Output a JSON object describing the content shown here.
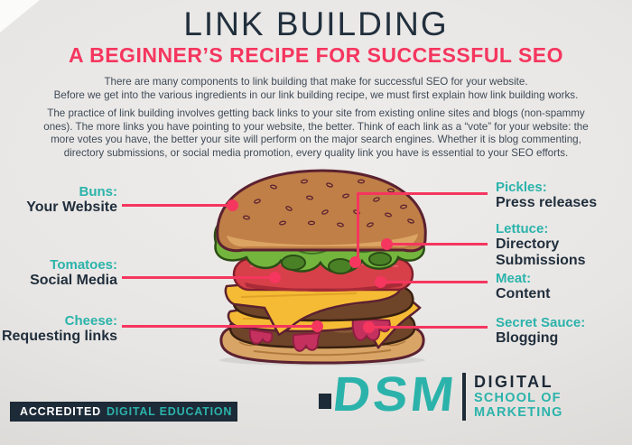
{
  "header": {
    "title": "LINK BUILDING",
    "subtitle": "A BEGINNER’S RECIPE FOR SUCCESSFUL SEO",
    "intro": "There are many components to link building that make for successful SEO for your website.\nBefore we get into the various ingredients in our link building recipe, we must first explain how link building works.",
    "body": "The practice of link building involves getting back links to your site from existing online sites and blogs (non-spammy ones). The more links you have pointing to your website, the better. Think of each link as a “vote” for your website: the more votes you have, the better your site will perform on the major search engines. Whether it is blog commenting, directory submissions, or social media promotion, every quality link you have is essential to your SEO efforts."
  },
  "diagram": {
    "illustration": "burger",
    "labels_left": [
      {
        "ingredient": "Buns:",
        "meaning": "Your Website"
      },
      {
        "ingredient": "Tomatoes:",
        "meaning": "Social Media"
      },
      {
        "ingredient": "Cheese:",
        "meaning": "Requesting links"
      }
    ],
    "labels_right": [
      {
        "ingredient": "Pickles:",
        "meaning": "Press releases"
      },
      {
        "ingredient": "Lettuce:",
        "meaning": "Directory Submissions"
      },
      {
        "ingredient": "Meat:",
        "meaning": "Content"
      },
      {
        "ingredient": "Secret Sauce:",
        "meaning": "Blogging"
      }
    ]
  },
  "footer": {
    "accredited": "ACCREDITED",
    "education": "DIGITAL EDUCATION",
    "logo_text": "DSM",
    "logo_line1": "DIGITAL",
    "logo_line2": "SCHOOL OF",
    "logo_line3": "MARKETING"
  },
  "colors": {
    "teal": "#2bb3ab",
    "pink": "#f5365f",
    "navy": "#1d2a37",
    "body_text": "#3e4a58",
    "background": "#e8e6e4"
  }
}
